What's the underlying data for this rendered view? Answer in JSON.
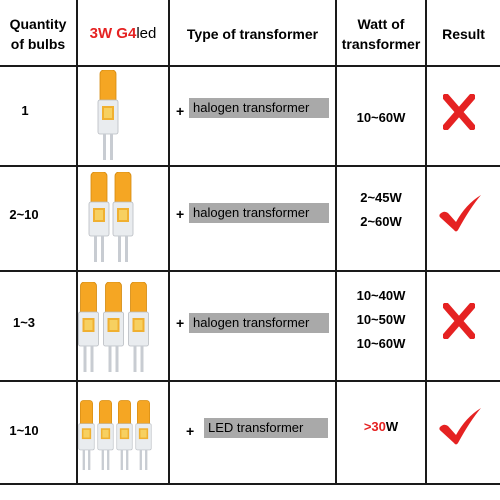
{
  "headers": {
    "quantity": [
      "Quantity",
      "of bulbs"
    ],
    "led_red": "3W G4",
    "led_black": "led",
    "type": "Type of transformer",
    "watt": [
      "Watt of",
      "transformer"
    ],
    "result": "Result"
  },
  "rows": [
    {
      "quantity": "1",
      "bulb_count": 1,
      "transformer": "halogen transformer",
      "watts": [
        "10~60W"
      ],
      "result": "incompatible",
      "result_icon": "cross-icon"
    },
    {
      "quantity": "2~10",
      "bulb_count": 2,
      "transformer": "halogen transformer",
      "watts": [
        "2~45W",
        "2~60W"
      ],
      "result": "compatible",
      "result_icon": "check-icon"
    },
    {
      "quantity": "1~3",
      "bulb_count": 3,
      "transformer": "halogen transformer",
      "watts": [
        "10~40W",
        "10~50W",
        "10~60W"
      ],
      "result": "incompatible",
      "result_icon": "cross-icon"
    },
    {
      "quantity": "1~10",
      "bulb_count": 4,
      "transformer": "LED transformer",
      "watt_prefix": ">",
      "watt_value": "30",
      "watt_suffix": "W",
      "result": "compatible",
      "result_icon": "check-icon"
    }
  ],
  "plus_sign": "+",
  "colors": {
    "accent_red": "#e52222",
    "bulb_amber": "#f5a623",
    "transformer_bg": "#a9a9a9",
    "grid": "#1a1a1a"
  }
}
